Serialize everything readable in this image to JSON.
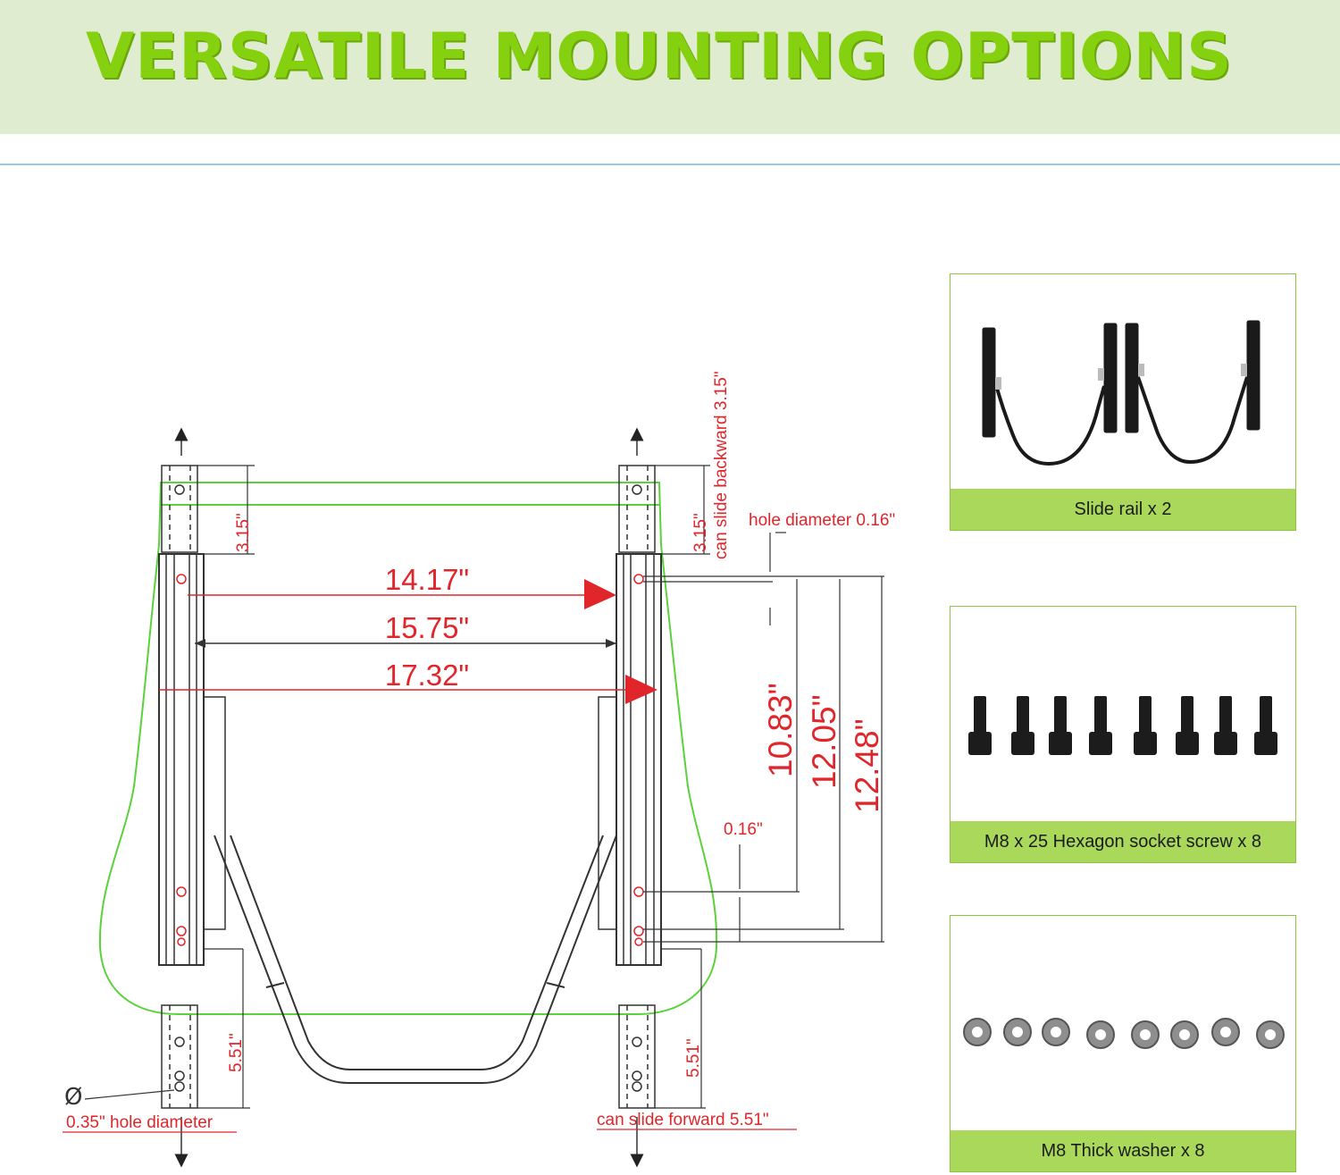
{
  "header": {
    "title": "VERSATILE MOUNTING OPTIONS"
  },
  "colors": {
    "accent": "#86d10f",
    "banner_bg": "#dfeccf",
    "caption_bg": "#a9d85a",
    "dimension_red": "#e0262a",
    "outline_green": "#5bd13b"
  },
  "diagram": {
    "dims": {
      "width_1": "14.17\"",
      "width_2": "15.75\"",
      "width_3": "17.32\"",
      "height_1": "10.83\"",
      "height_2": "12.05\"",
      "height_3": "12.48\"",
      "top_left_travel": "3.15\"",
      "top_right_travel": "3.15\"",
      "slide_backward": "can slide backward 3.15\"",
      "hole_diameter_small": "hole diameter 0.16\"",
      "small_gap": "0.16\"",
      "bottom_left_travel": "5.51\"",
      "bottom_right_travel": "5.51\"",
      "phi_symbol": "Ø",
      "large_hole": "0.35\" hole diameter",
      "slide_forward": "can slide forward 5.51\""
    }
  },
  "parts": [
    {
      "icon": "slide-rail-icon",
      "caption": "Slide rail x 2"
    },
    {
      "icon": "hex-socket-screw-icon",
      "caption": "M8 x 25 Hexagon socket screw x 8"
    },
    {
      "icon": "thick-washer-icon",
      "caption": "M8 Thick washer x 8"
    }
  ]
}
